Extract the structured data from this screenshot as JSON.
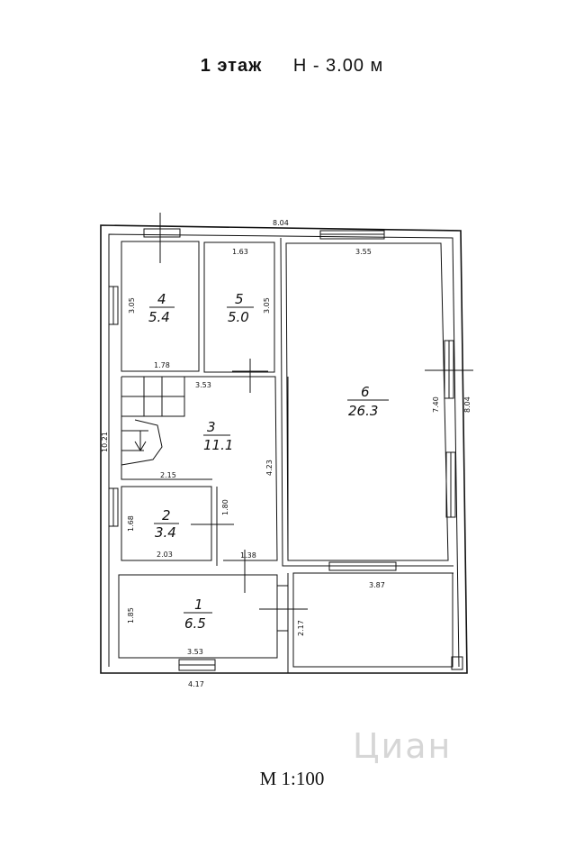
{
  "header": {
    "floor": "1 этаж",
    "height": "H - 3.00 м"
  },
  "scale": "M 1:100",
  "watermark": "Циан",
  "rooms": [
    {
      "num": "1",
      "area": "6.5"
    },
    {
      "num": "2",
      "area": "3.4"
    },
    {
      "num": "3",
      "area": "11.1"
    },
    {
      "num": "4",
      "area": "5.4"
    },
    {
      "num": "5",
      "area": "5.0"
    },
    {
      "num": "6",
      "area": "26.3"
    }
  ],
  "dims": {
    "top": "8.04",
    "left": "10.21",
    "bottom": "4.17",
    "right": "8.04",
    "r6_top": "3.55",
    "r6_side": "7.40",
    "r6_bottom": "3.87",
    "r5_top": "1.63",
    "r5_side": "3.05",
    "r4_side": "3.05",
    "r4_bottom": "1.78",
    "r3_top": "3.53",
    "r3_mid": "2.15",
    "r3_side": "4.23",
    "r2_side": "1.68",
    "r2_bottom": "2.03",
    "r2_door": "1.80",
    "corridor": "1.38",
    "r1_side": "1.85",
    "r1_bottom": "3.53",
    "porch": "2.17"
  }
}
